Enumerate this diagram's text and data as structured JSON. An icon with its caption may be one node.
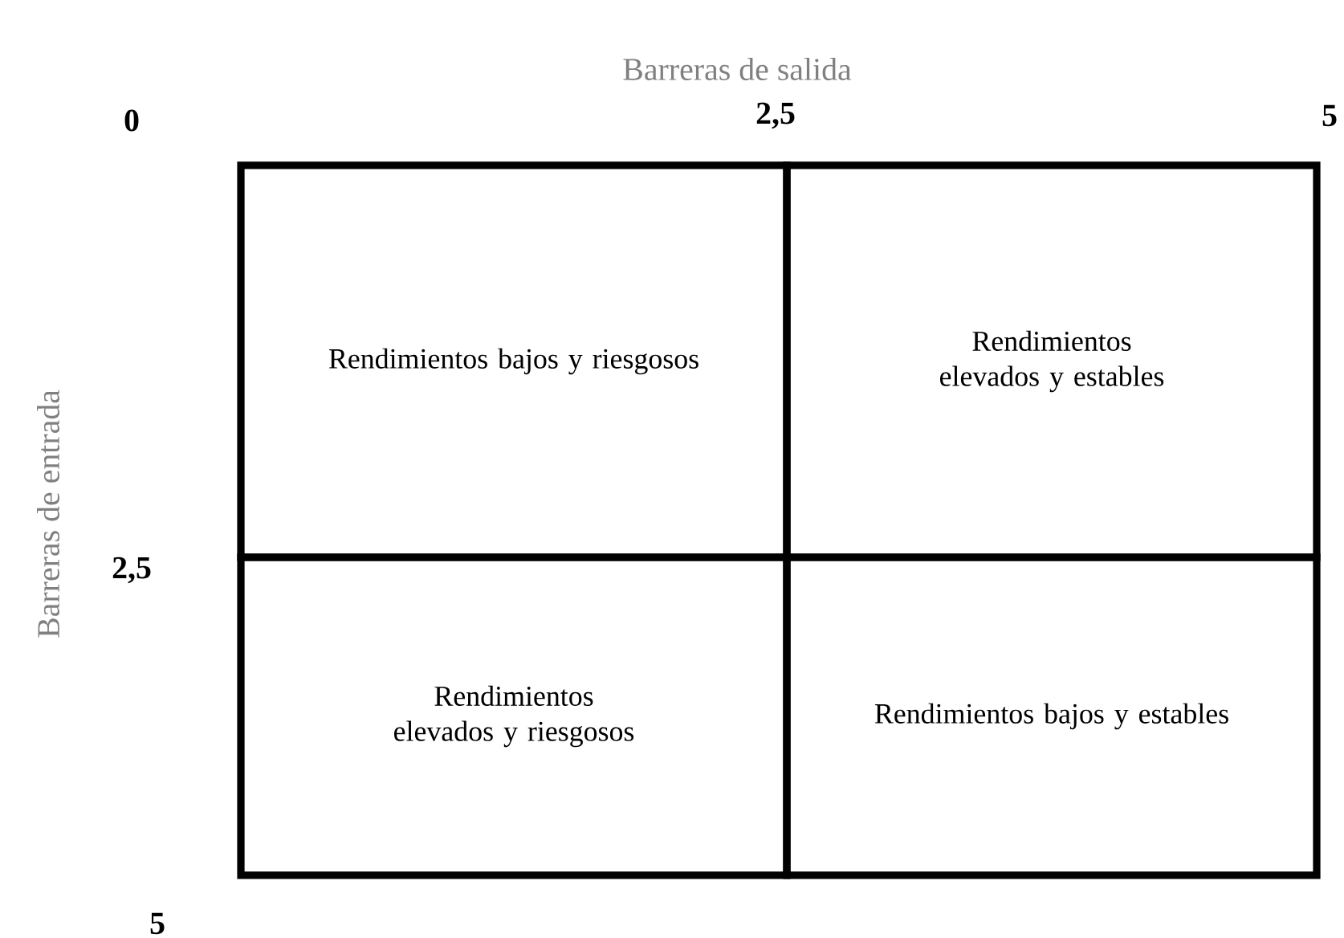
{
  "diagram": {
    "nodes": [
      {
        "text": [
          "Rendimientos bajos y riesgosos"
        ]
      },
      {
        "text": [
          "Rendimientos elevados y estables"
        ]
      },
      {
        "text": [
          "Rendimientos elevados y riesgosos"
        ]
      },
      {
        "text": [
          "Rendimientos bajos y estables"
        ]
      }
    ],
    "labels": [
      "Barreras de salida",
      "0",
      "2,5",
      "5",
      "Barreras de entrada",
      "2,5",
      "5"
    ]
  }
}
